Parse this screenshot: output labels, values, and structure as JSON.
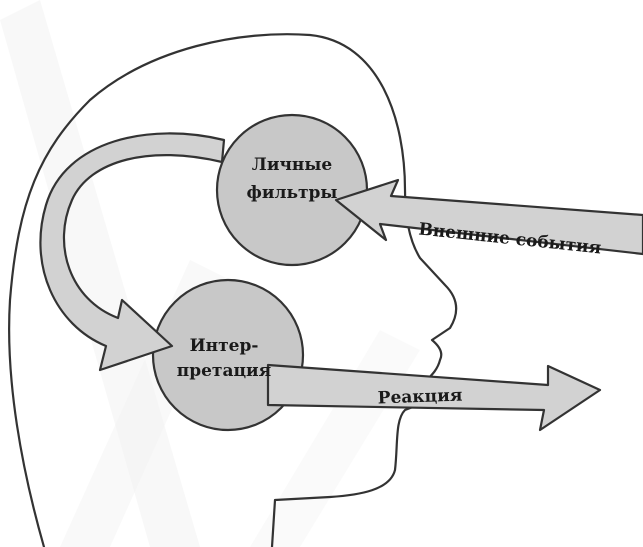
{
  "diagram": {
    "labels": {
      "filters_line1": "Личные",
      "filters_line2": "фильтры",
      "external_events": "Внешние события",
      "interp_line1": "Интер-",
      "interp_line2": "претация",
      "reaction": "Реакция"
    },
    "colors": {
      "background": "#ffffff",
      "outline": "#333333",
      "circle_fill": "#c8c8c8",
      "arrow_fill": "#d2d2d2",
      "watermark": "#f0f0f0",
      "text": "#1a1a1a"
    }
  }
}
